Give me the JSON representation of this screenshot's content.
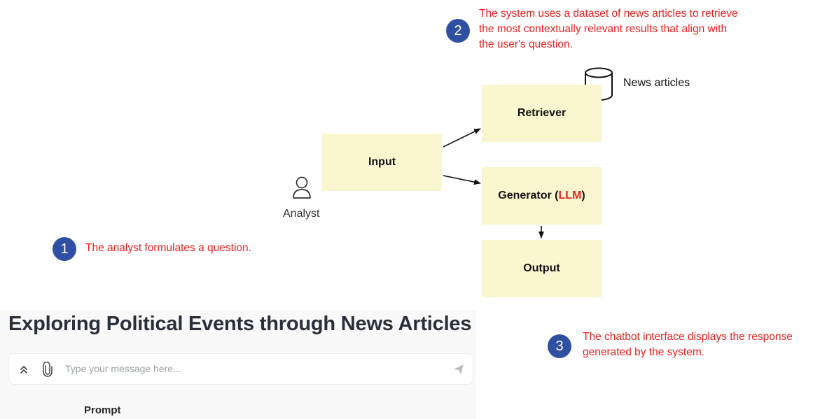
{
  "diagram": {
    "input_label": "Input",
    "retriever_label": "Retriever",
    "generator_label": "Generator (",
    "generator_llm": "LLM",
    "generator_close": ")",
    "output_label": "Output",
    "news_label": "News articles",
    "analyst_label": "Analyst",
    "colors": {
      "box_fill": "#faf6cf",
      "annotation": "#e8201e",
      "badge": "#2f4fa3"
    }
  },
  "annotations": [
    {
      "number": "1",
      "text": "The analyst formulates a question."
    },
    {
      "number": "2",
      "lines": [
        "The system uses a dataset of news articles to retrieve",
        "the most contextually relevant results that align with",
        "the user's question."
      ]
    },
    {
      "number": "3",
      "lines": [
        "The chatbot interface displays the response",
        "generated by the system."
      ]
    }
  ],
  "chat": {
    "title": "Exploring Political Events through News Articles",
    "placeholder": "Type your message here...",
    "prompt_label": "Prompt"
  }
}
